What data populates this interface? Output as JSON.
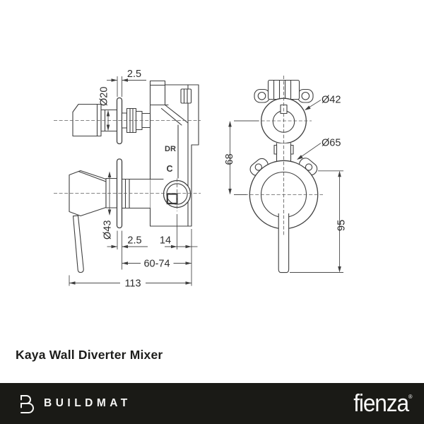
{
  "title": "Kaya Wall Diverter Mixer",
  "side_view": {
    "body_labels": {
      "diverter_port": "DR",
      "cold_port": "C"
    },
    "dimensions": {
      "top_flange_thickness": "2.5",
      "pipe_diameter": "Ø20",
      "handle_diameter": "Ø43",
      "bottom_flange_thickness": "2.5",
      "outlet_to_body_end": "14",
      "installation_depth_range": "60-74",
      "overall_depth": "113"
    }
  },
  "front_view": {
    "dimensions": {
      "upper_escutcheon_diameter": "Ø42",
      "lower_escutcheon_diameter": "Ø65",
      "port_centre_distance": "68",
      "lever_reach": "95"
    }
  },
  "footer": {
    "brand_left": "BUILDMAT",
    "brand_right": "fienza",
    "registered_mark": "®"
  },
  "colors": {
    "background": "#ffffff",
    "drawing_line": "#3f3f3f",
    "dimension_line": "#4d4d4d",
    "text": "#2e2e2e",
    "footer_background": "#1a1a16",
    "footer_text": "#f7f7f5"
  }
}
